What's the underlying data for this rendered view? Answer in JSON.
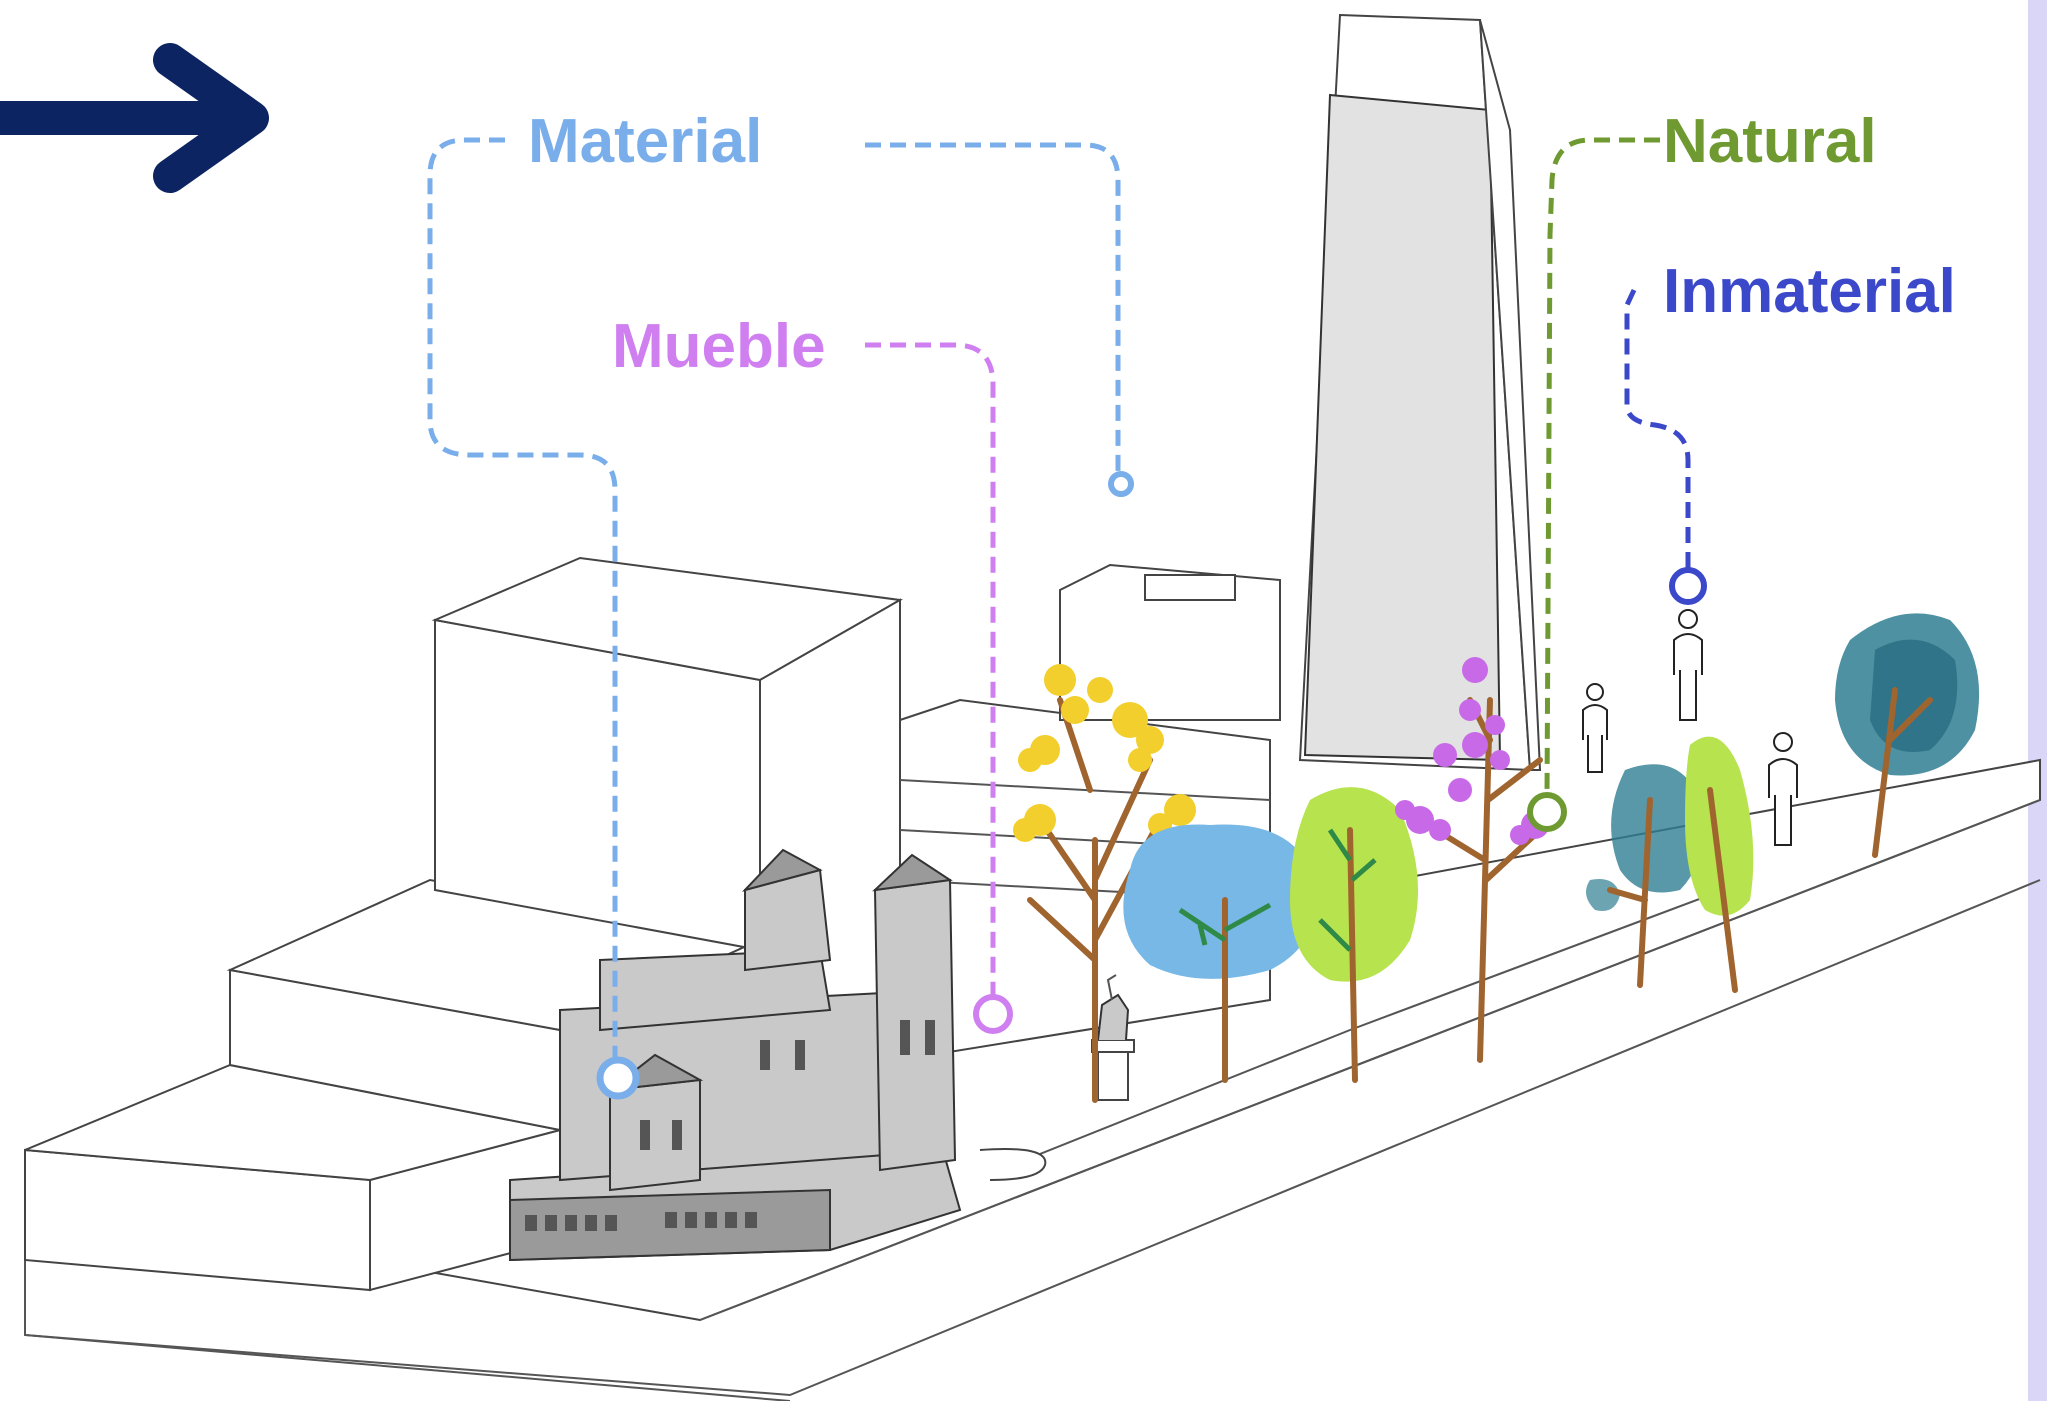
{
  "labels": {
    "material": "Material",
    "mueble": "Mueble",
    "natural": "Natural",
    "inmaterial": "Inmaterial"
  },
  "colors": {
    "arrow": "#0c2461",
    "material": "#79aeea",
    "mueble": "#cf7ff0",
    "natural": "#6f9a31",
    "inmaterial": "#3b48c9",
    "tree_yellow": "#f2cf2c",
    "tree_blue": "#78b8e6",
    "tree_lime": "#b7e34e",
    "tree_teal": "#2f7e92",
    "tree_magenta": "#c86ae8",
    "edge_band": "#d9d6f7"
  },
  "icons": {
    "arrow": "arrow-right-icon",
    "person": "person-icon",
    "statue": "equestrian-statue-icon",
    "building": "church-building-icon"
  }
}
